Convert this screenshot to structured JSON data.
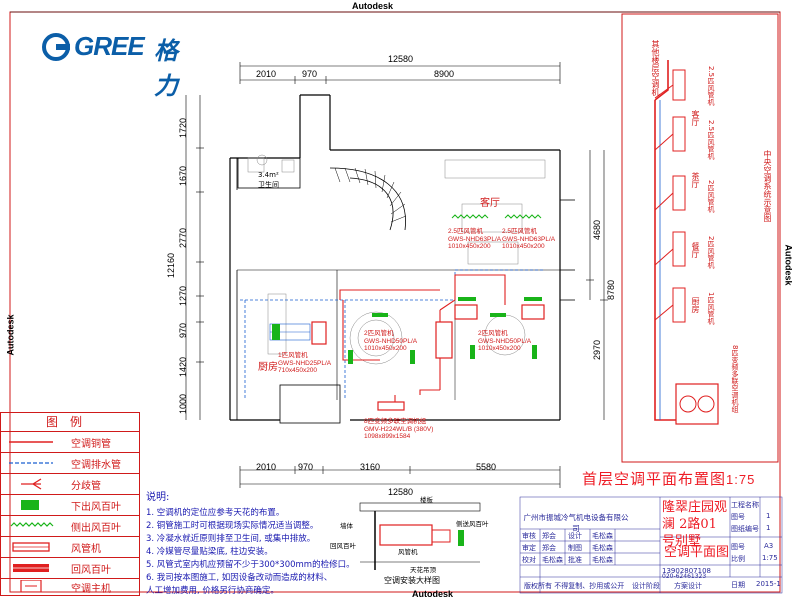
{
  "watermark": {
    "text": "Autodesk"
  },
  "brand": {
    "name": "GREE",
    "name_cn": "格力"
  },
  "sheet_title": {
    "text": "首层空调平面布置图",
    "scale": "1:75"
  },
  "dimensions": {
    "top_total": "12580",
    "top_segments": [
      "2010",
      "970",
      "8900"
    ],
    "bottom_segments": [
      "2010",
      "970",
      "3160",
      "5580"
    ],
    "bottom_total": "12580",
    "left_total": "12160",
    "left_segments": [
      "1720",
      "1670",
      "2770",
      "1270",
      "970",
      "1420",
      "1000"
    ],
    "right_a": "4680",
    "right_b": "8780",
    "right_c": "2970"
  },
  "rooms": {
    "living": "客厅",
    "kitchen": "厨房",
    "bathroom": "卫生间",
    "bath_area": "3.4m²"
  },
  "units": {
    "living_left": [
      "2.5匹风管机",
      "GWS-NHD63PL/A",
      "1010x450x200"
    ],
    "living_right": [
      "2.5匹风管机",
      "GWS-NHD63PL/A",
      "1010x450x200"
    ],
    "dining_left": [
      "2匹风管机",
      "GWS-NHD50PL/A",
      "1010x450x200"
    ],
    "dining_right": [
      "2匹风管机",
      "GWS-NHD50PL/A",
      "1010x450x200"
    ],
    "kitchen": [
      "1匹风管机",
      "GWS-NHD25PL/A",
      "710x450x200"
    ],
    "outdoor": [
      "8匹变频多联空调机组",
      "GMV-H224WL/B (380V)",
      "1098x899x1584"
    ]
  },
  "legend": {
    "title": "图例",
    "items": [
      {
        "label": "空调铜管",
        "symbol": "copper-pipe"
      },
      {
        "label": "空调排水管",
        "symbol": "drain-pipe"
      },
      {
        "label": "分歧管",
        "symbol": "branch-pipe"
      },
      {
        "label": "下出风百叶",
        "symbol": "down-louver"
      },
      {
        "label": "侧出风百叶",
        "symbol": "side-louver"
      },
      {
        "label": "风管机",
        "symbol": "duct-unit"
      },
      {
        "label": "回风百叶",
        "symbol": "return-louver"
      },
      {
        "label": "空调主机",
        "symbol": "outdoor-unit"
      }
    ],
    "colors": {
      "line": "#d01a1a",
      "copper": "#e02020",
      "drain": "#1a5fd0",
      "green": "#19b419"
    }
  },
  "notes": {
    "title": "说明:",
    "lines": [
      "1. 空调机的定位应参考天花的布置。",
      "2. 铜管施工时可根据现场实际情况适当调整。",
      "3. 冷凝水就近原则排至卫生间, 或集中排放。",
      "4. 冷媒管尽量贴梁底, 柱边安装。",
      "5. 风管式室内机应预留不少于300*300mm的检修口。",
      "6. 我司按本图施工, 如因设备改动而造成的材料、",
      "    人工增加费用, 价格另行协商确定。"
    ]
  },
  "install_detail": {
    "title": "空调安装大样图",
    "labels": [
      "楼板",
      "墙体",
      "侧送风百叶",
      "回风百叶",
      "风管机",
      "天花吊顶"
    ]
  },
  "schematic": {
    "title": "中央空调系统示意图",
    "floors": [
      "客厅",
      "茶厅",
      "餐厅",
      "厨房"
    ],
    "top_label": "其他楼层空调机",
    "specs": [
      "2.5匹风管机",
      "2.5匹风管机",
      "2匹风管机",
      "2匹风管机",
      "1匹风管机"
    ],
    "outdoor_label": "8匹变频多联空调机组"
  },
  "title_block": {
    "company": "广州市振城冷气机电设备有限公司",
    "project": "隆翠庄园观澜 2路01号别墅",
    "drawing_name": "空调平面图",
    "fields": [
      {
        "label": "工程名称",
        "value": ""
      },
      {
        "label": "图号",
        "value": "1"
      },
      {
        "label": "图纸编号",
        "value": "1"
      },
      {
        "label": "图号",
        "value": "A3"
      },
      {
        "label": "比例",
        "value": "1:75"
      },
      {
        "label": "日期",
        "value": "2015-1"
      }
    ],
    "signers": [
      "审核",
      "审定",
      "设计",
      "制图",
      "校对",
      "批准"
    ],
    "names": [
      "郑会",
      "郑会",
      "毛松森",
      "毛松森",
      "毛松森",
      "毛松森"
    ],
    "phone": "13902807108",
    "phone2": "020-62461323",
    "footer": [
      "版权所有  不得复制、抄用或公开",
      "设计阶段",
      "方案设计"
    ]
  }
}
